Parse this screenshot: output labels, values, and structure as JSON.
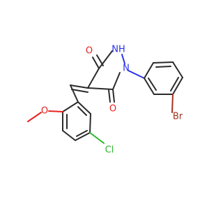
{
  "molecule": {
    "atoms": {
      "o_top": "O",
      "nh": "NH",
      "n": "N",
      "o_bottom": "O",
      "o_methoxy": "O",
      "br": "Br",
      "cl": "Cl"
    },
    "colors": {
      "bond": "#2b2b2b",
      "oxygen": "#e8231f",
      "nitrogen": "#2a30e6",
      "chlorine": "#2eb52e",
      "bromine": "#a3311d"
    }
  }
}
